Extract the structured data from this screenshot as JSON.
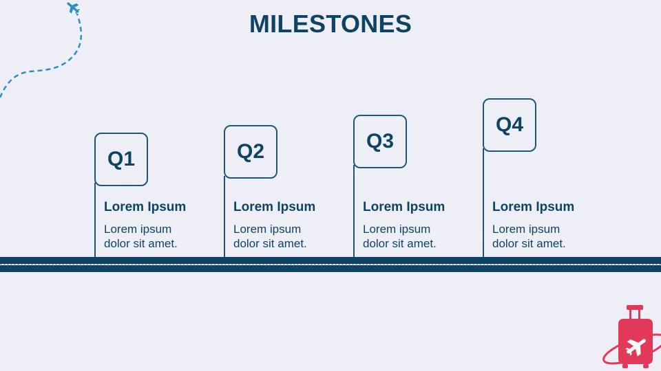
{
  "slide": {
    "title": "MILESTONES"
  },
  "milestones": [
    {
      "quarter": "Q1",
      "heading": "Lorem Ipsum",
      "line1": "Lorem ipsum",
      "line2": "dolor sit amet."
    },
    {
      "quarter": "Q2",
      "heading": "Lorem Ipsum",
      "line1": "Lorem ipsum",
      "line2": "dolor sit amet."
    },
    {
      "quarter": "Q3",
      "heading": "Lorem Ipsum",
      "line1": "Lorem ipsum",
      "line2": "dolor sit amet."
    },
    {
      "quarter": "Q4",
      "heading": "Lorem Ipsum",
      "line1": "Lorem ipsum",
      "line2": "dolor sit amet."
    }
  ],
  "colors": {
    "background": "#EEEFF6",
    "primary": "#0E4462",
    "accent_blue": "#2B8FC6",
    "accent_pink": "#E2395A"
  },
  "icons": [
    "airplane-icon",
    "suitcase-icon"
  ]
}
